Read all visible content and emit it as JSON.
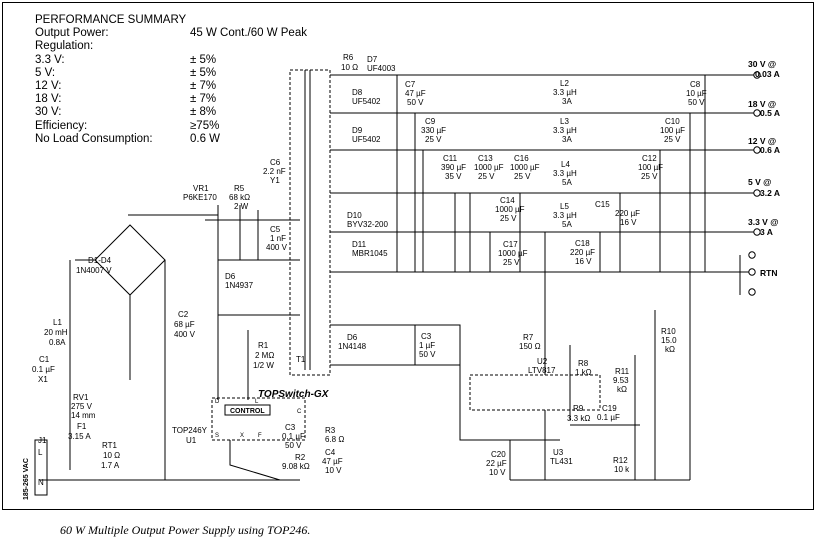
{
  "performance": {
    "title": "PERFORMANCE SUMMARY",
    "rows": [
      {
        "label": "Output Power:",
        "value": "45 W Cont./60 W Peak"
      },
      {
        "label": "Regulation:",
        "value": ""
      },
      {
        "label": "3.3 V:",
        "value": "± 5%"
      },
      {
        "label": "5 V:",
        "value": "± 5%"
      },
      {
        "label": "12 V:",
        "value": "± 7%"
      },
      {
        "label": "18 V:",
        "value": "± 7%"
      },
      {
        "label": "30 V:",
        "value": "± 8%"
      },
      {
        "label": "Efficiency:",
        "value": "≥75%"
      },
      {
        "label": "No Load Consumption:",
        "value": "0.6 W"
      }
    ]
  },
  "outputs": {
    "o30": [
      "30 V @",
      "0.03 A"
    ],
    "o18": [
      "18 V @",
      "0.5 A"
    ],
    "o12": [
      "12 V @",
      "0.6 A"
    ],
    "o5": [
      "5 V @",
      "3.2 A"
    ],
    "o33": [
      "3.3 V @",
      "3 A"
    ],
    "rtn": "RTN"
  },
  "components": {
    "R6": [
      "R6",
      "10 Ω"
    ],
    "D7": [
      "D7",
      "UF4003"
    ],
    "C7": [
      "C7",
      "47 µF",
      "50 V"
    ],
    "L2": [
      "L2",
      "3.3 µH",
      "3A"
    ],
    "C8": [
      "C8",
      "10 µF",
      "50 V"
    ],
    "D8": [
      "D8",
      "UF5402"
    ],
    "C9": [
      "C9",
      "330 µF",
      "25 V"
    ],
    "L3": [
      "L3",
      "3.3 µH",
      "3A"
    ],
    "C10": [
      "C10",
      "100 µF",
      "25 V"
    ],
    "D9": [
      "D9",
      "UF5402"
    ],
    "C11": [
      "C11",
      "390 µF",
      "35 V"
    ],
    "C13": [
      "C13",
      "1000 µF",
      "25 V"
    ],
    "C16": [
      "C16",
      "1000 µF",
      "25 V"
    ],
    "L4": [
      "L4",
      "3.3 µH",
      "5A"
    ],
    "C12": [
      "C12",
      "100 µF",
      "25 V"
    ],
    "C6": [
      "C6",
      "2.2 nF",
      "Y1"
    ],
    "VR1": [
      "VR1",
      "P6KE170"
    ],
    "R5": [
      "R5",
      "68 kΩ",
      "2 W"
    ],
    "C5": [
      "C5",
      "1 nF",
      "400 V"
    ],
    "D10": [
      "D10",
      "BYV32-200"
    ],
    "C14": [
      "C14",
      "1000 µF",
      "25 V"
    ],
    "L5": [
      "L5",
      "3.3 µH",
      "5A"
    ],
    "C15": [
      "C15",
      "220 µF",
      "16 V"
    ],
    "C18": [
      "C18",
      "220 µF",
      "16 V"
    ],
    "D11": [
      "D11",
      "MBR1045"
    ],
    "C17": [
      "C17",
      "1000 µF",
      "25 V"
    ],
    "D1D4": [
      "D1-D4",
      "1N4007 V"
    ],
    "D6a": [
      "D6",
      "1N4937"
    ],
    "L1": [
      "L1",
      "20 mH",
      "0.8A"
    ],
    "C2": [
      "C2",
      "68 µF",
      "400 V"
    ],
    "T1": [
      "T1"
    ],
    "D6b": [
      "D6",
      "1N4148"
    ],
    "C3a": [
      "C3",
      "1 µF",
      "50 V"
    ],
    "R7": [
      "R7",
      "150 Ω"
    ],
    "U2": [
      "U2",
      "LTV817"
    ],
    "R8": [
      "R8",
      "1 kΩ"
    ],
    "R10": [
      "R10",
      "15.0",
      "kΩ"
    ],
    "R1": [
      "R1",
      "2 MΩ",
      "1/2 W"
    ],
    "C1": [
      "C1",
      "0.1 µF",
      "X1"
    ],
    "RV1": [
      "RV1",
      "275 V",
      "14 mm"
    ],
    "F1": [
      "F1",
      "3.15 A"
    ],
    "J1": [
      "J1"
    ],
    "RT1": [
      "RT1",
      "10 Ω",
      "1.7 A"
    ],
    "U1": [
      "TOP246Y",
      "U1"
    ],
    "C3b": [
      "C3",
      "0.1 µF",
      "50 V"
    ],
    "R3": [
      "R3",
      "6.8 Ω"
    ],
    "R2": [
      "R2",
      "9.08 kΩ"
    ],
    "C4": [
      "C4",
      "47 µF",
      "10 V"
    ],
    "R9": [
      "R9",
      "3.3 kΩ"
    ],
    "C19": [
      "C19",
      "0.1 µF"
    ],
    "R11": [
      "R11",
      "9.53",
      "kΩ"
    ],
    "C20": [
      "C20",
      "22 µF",
      "10 V"
    ],
    "U3": [
      "U3",
      "TL431"
    ],
    "R12": [
      "R12",
      "10 k"
    ]
  },
  "ic": {
    "brand": "TOPSwitch-GX",
    "control": "CONTROL",
    "pins": [
      "D",
      "L",
      "S",
      "X",
      "F",
      "C"
    ]
  },
  "mains": {
    "range": "185-265 VAC",
    "L": "L",
    "N": "N"
  },
  "caption": "60 W Multiple Output Power Supply using TOP246."
}
